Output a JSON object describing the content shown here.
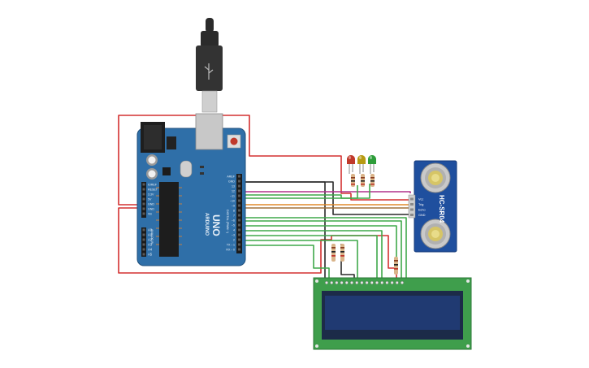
{
  "board": {
    "brand": "ARDUINO",
    "model": "UNO",
    "digital_caption": "DIGITAL (PWM ~)",
    "analog_caption": "ANALOG IN",
    "power_pins": [
      "IOREF",
      "RESET",
      "3.3V",
      "5V",
      "GND",
      "GND",
      "Vin"
    ],
    "analog_pins": [
      "A0",
      "A1",
      "A2",
      "A3",
      "A4",
      "A5"
    ],
    "digital_pins": [
      "AREF",
      "GND",
      "13",
      "12",
      "~11",
      "~10",
      "~9",
      "8",
      "7",
      "~6",
      "~5",
      "4",
      "~3",
      "2",
      "TX→1",
      "RX←0"
    ],
    "color": "#2f6fa8"
  },
  "sensor": {
    "name": "HC-SR04",
    "pins": [
      "Vcc",
      "Trig",
      "Echo",
      "GND"
    ],
    "color": "#1f4f9e"
  },
  "leds": {
    "colors": [
      "#c0392b",
      "#b79a12",
      "#2e9d3a"
    ]
  },
  "lcd": {
    "pin_count": 16,
    "board_color": "#3f9e4c",
    "screen_color": "#203a72"
  },
  "wires": {
    "power_color": "#d43030",
    "ground_color": "#2a2a2a"
  }
}
